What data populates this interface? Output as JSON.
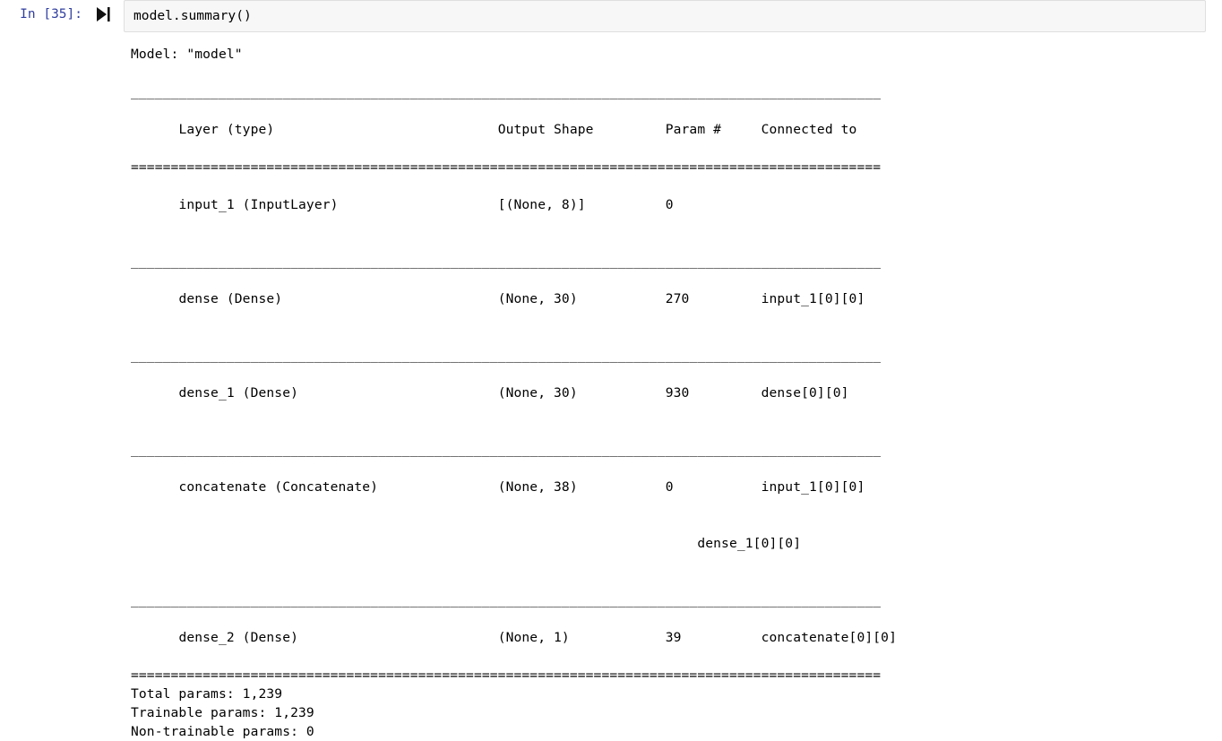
{
  "cell": {
    "prompt_label": "In [35]:",
    "run_icon_name": "run-to-end-icon",
    "code": "model.summary()",
    "prompt_color": "#303F9F",
    "input_bg": "#f7f7f7",
    "input_border": "#dfdfdf"
  },
  "output": {
    "model_line": "Model: \"model\"",
    "rule_double": "==============================================================================================",
    "rule_single": "______________________________________________________________________________________________",
    "headers": {
      "layer": "Layer (type)",
      "output_shape": "Output Shape",
      "param": "Param #",
      "connected_to": "Connected to"
    },
    "rows": [
      {
        "layer": "input_1 (InputLayer)",
        "output_shape": "[(None, 8)]",
        "param": "0",
        "connected_to": [
          "",
          ""
        ]
      },
      {
        "layer": "dense (Dense)",
        "output_shape": "(None, 30)",
        "param": "270",
        "connected_to": [
          "input_1[0][0]",
          ""
        ]
      },
      {
        "layer": "dense_1 (Dense)",
        "output_shape": "(None, 30)",
        "param": "930",
        "connected_to": [
          "dense[0][0]",
          ""
        ]
      },
      {
        "layer": "concatenate (Concatenate)",
        "output_shape": "(None, 38)",
        "param": "0",
        "connected_to": [
          "input_1[0][0]",
          "dense_1[0][0]"
        ]
      },
      {
        "layer": "dense_2 (Dense)",
        "output_shape": "(None, 1)",
        "param": "39",
        "connected_to": [
          "concatenate[0][0]",
          ""
        ]
      }
    ],
    "totals": {
      "total_params": "Total params: 1,239",
      "trainable_params": "Trainable params: 1,239",
      "non_trainable_params": "Non-trainable params: 0"
    }
  }
}
